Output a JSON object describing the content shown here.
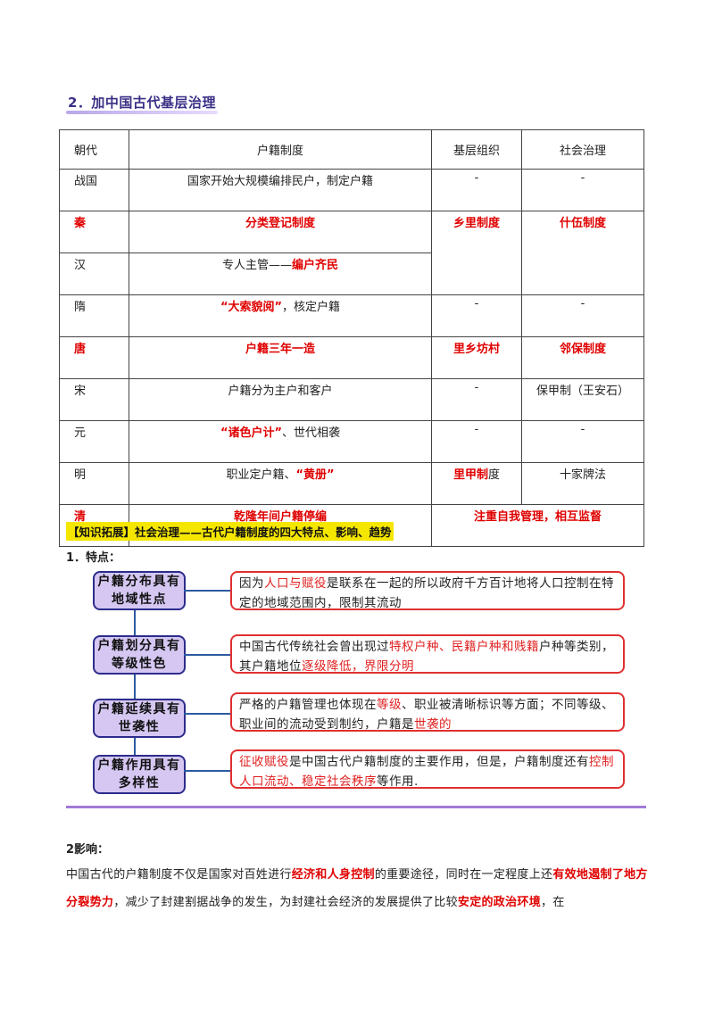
{
  "heading": "2．加中国古代基层治理",
  "table": {
    "headers": [
      "朝代",
      "户籍制度",
      "基层组织",
      "社会治理"
    ],
    "rows": [
      {
        "dynasty": "战国",
        "huji": "国家开始大规模编排民户，制定户籍",
        "org": "-",
        "gov": "-"
      },
      {
        "dynasty": "秦",
        "huji": "分类登记制度",
        "org": "乡里制度",
        "gov": "什伍制度"
      },
      {
        "dynasty": "汉",
        "huji_plain": "专人主管——",
        "huji_red": "编户齐民"
      },
      {
        "dynasty": "隋",
        "huji_red": "“大索貌阅”",
        "huji_plain": "，核定户籍",
        "org": "-",
        "gov": "-"
      },
      {
        "dynasty": "唐",
        "huji": "户籍三年一造",
        "org": "里乡坊村",
        "gov": "邻保制度"
      },
      {
        "dynasty": "宋",
        "huji": "户籍分为主户和客户",
        "org": "-",
        "gov": "保甲制（王安石）"
      },
      {
        "dynasty": "元",
        "huji_red": "“诸色户计”",
        "huji_plain": "、世代相袭",
        "org": "-",
        "gov": "-"
      },
      {
        "dynasty": "明",
        "huji_plain": "职业定户籍、",
        "huji_red": "“黄册”",
        "org_red": "里甲制",
        "org_plain": "度",
        "gov": "十家牌法"
      },
      {
        "dynasty": "清",
        "huji": "乾隆年间户籍停编",
        "merged": "注重自我管理，相互监督"
      }
    ]
  },
  "extension_title": "【知识拓展】社会治理——古代户籍制度的四大特点、影响、趋势",
  "features_title": "1．特点：",
  "features": [
    {
      "label": "户籍分布具有地域性点",
      "segments": [
        [
          "因为",
          false
        ],
        [
          "人口与赋役",
          true
        ],
        [
          "是联系在一起的所以政府千方百计地将人口控制在特定的地域范围内，限制其流动",
          false
        ]
      ]
    },
    {
      "label": "户籍划分具有等级性色",
      "segments": [
        [
          "中国古代传统社会曾出现过",
          false
        ],
        [
          "特权户种、民籍户种和贱籍",
          true
        ],
        [
          "户种等类别，其户籍地位",
          false
        ],
        [
          "逐级降低，界限分明",
          true
        ]
      ]
    },
    {
      "label": "户籍延续具有世袭性",
      "segments": [
        [
          "严格的户籍管理也体现在",
          false
        ],
        [
          "等级",
          true
        ],
        [
          "、职业被清晰标识等方面；不同等级、职业间的流动受到制约，户籍是",
          false
        ],
        [
          "世袭的",
          true
        ]
      ]
    },
    {
      "label": "户籍作用具有多样性",
      "segments": [
        [
          "征收赋役",
          true
        ],
        [
          "是中国古代户籍制度的主要作用，但是，户籍制度还有",
          false
        ],
        [
          "控制人口流动、稳定社会秩序",
          true
        ],
        [
          "等作用.",
          false
        ]
      ]
    }
  ],
  "impact_title": "2影响：",
  "impact_segments": [
    [
      "中国古代的户籍制度不仅是国家对百姓进行",
      false
    ],
    [
      "经济和人身控制",
      true
    ],
    [
      "的重要途径，同时在一定程度上还",
      false
    ],
    [
      "有效地遏制了地方分裂势力",
      true
    ],
    [
      "，减少了封建割据战争的发生，为封建社会经济的发展提供了比较",
      false
    ],
    [
      "安定的政治环境",
      true
    ],
    [
      "，在",
      false
    ]
  ],
  "colors": {
    "accent_red": "#e00000",
    "heading": "#3a2f86",
    "box_fill": "#d5c7f2",
    "divider": "#a27ad8"
  }
}
